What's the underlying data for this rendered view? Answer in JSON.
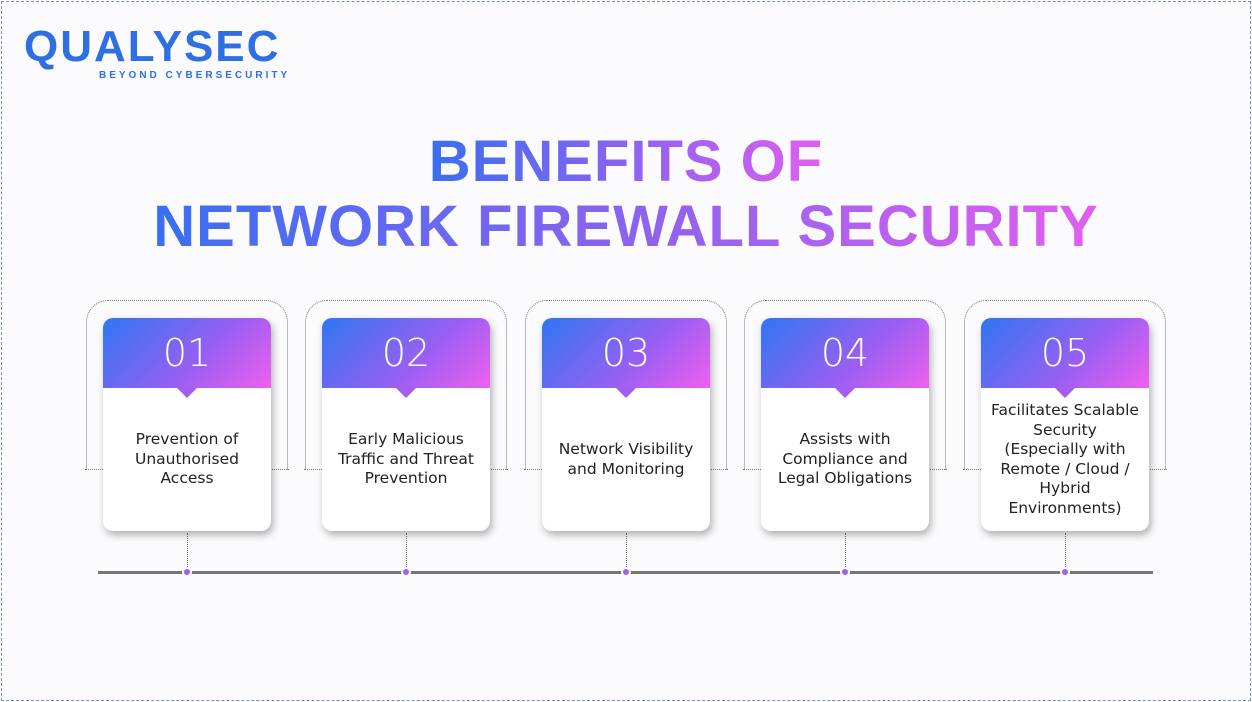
{
  "logo": {
    "name": "QUALYSEC",
    "tagline": "BEYOND CYBERSECURITY"
  },
  "title": {
    "line1": "BENEFITS OF",
    "line2": "NETWORK FIREWALL SECURITY"
  },
  "benefits": [
    {
      "number": "01",
      "text": "Prevention of Unauthorised Access"
    },
    {
      "number": "02",
      "text": "Early Malicious Traffic and Threat Prevention"
    },
    {
      "number": "03",
      "text": "Network Visibility and Monitoring"
    },
    {
      "number": "04",
      "text": "Assists with Compliance and Legal Obligations"
    },
    {
      "number": "05",
      "text": "Facilitates Scalable Security (Especially with Remote / Cloud / Hybrid Environments)"
    }
  ],
  "colors": {
    "brand": "#2f6fe4",
    "gradient_start": "#2f76f2",
    "gradient_end": "#f05ff0"
  }
}
